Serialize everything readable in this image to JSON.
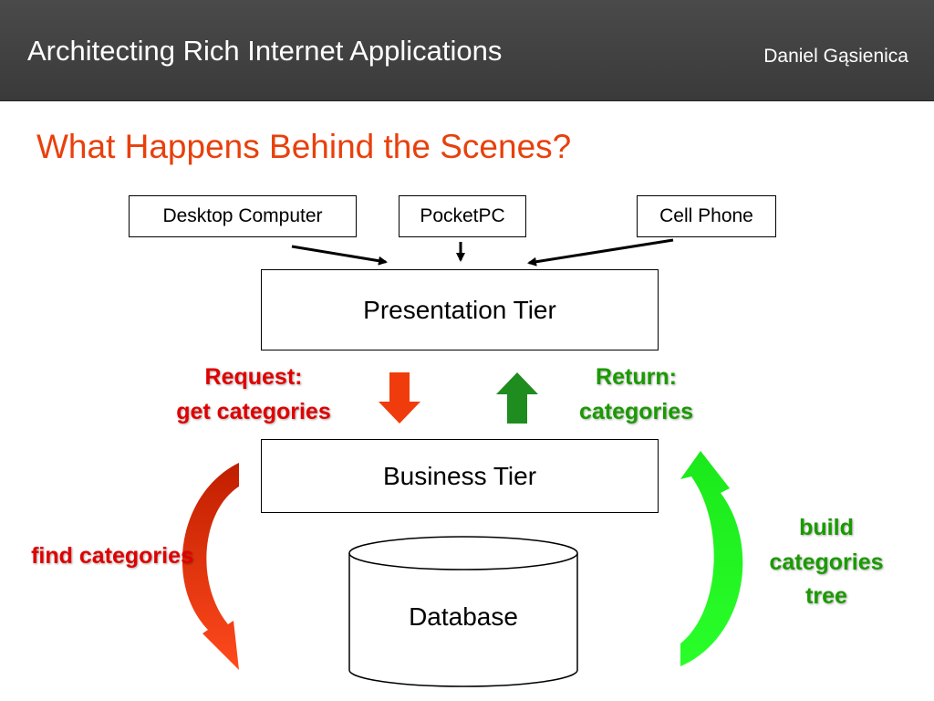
{
  "header": {
    "title": "Architecting Rich Internet Applications",
    "author": "Daniel Gąsienica"
  },
  "slide_title": "What Happens Behind the Scenes?",
  "clients": [
    "Desktop Computer",
    "PocketPC",
    "Cell Phone"
  ],
  "tiers": {
    "presentation": "Presentation Tier",
    "business": "Business Tier",
    "database": "Database"
  },
  "labels": {
    "request_line1": "Request:",
    "request_line2": "get categories",
    "return_line1": "Return:",
    "return_line2": "categories",
    "find": "find categories",
    "build_line1": "build",
    "build_line2": "categories",
    "build_line3": "tree"
  },
  "colors": {
    "title": "#e8400c",
    "request": "#e00000",
    "return": "#1a9a00",
    "down_arrow": "#f03c0c",
    "up_arrow": "#1e8c1e",
    "find_arrow": "#f03c0c",
    "build_arrow": "#22e61e"
  }
}
